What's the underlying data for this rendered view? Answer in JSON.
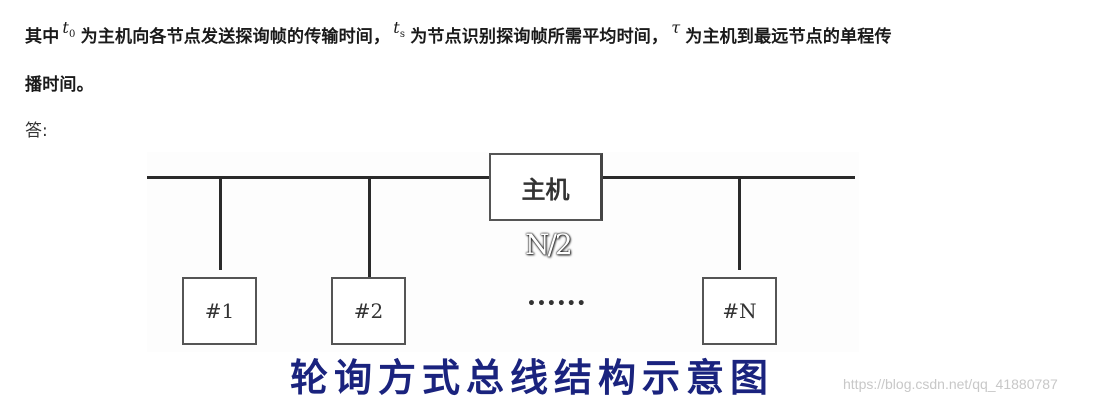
{
  "text": {
    "line1_prefix": "其中",
    "t0_symbol": "t",
    "t0_sub": "0",
    "line1_mid1": "为主机向各节点发送探询帧的传输时间，",
    "ts_symbol": "t",
    "ts_sub": "s",
    "line1_mid2": "为节点识别探询帧所需平均时间，",
    "tau_symbol": "τ",
    "line1_end": "为主机到最远节点的单程传",
    "line2": "播时间。",
    "answer_label": "答:"
  },
  "diagram": {
    "host_label": "主机",
    "node_labels": [
      "#1",
      "#2",
      "#N"
    ],
    "ellipsis": "••••••",
    "center_label": "N/2",
    "caption": "轮询方式总线结构示意图",
    "caption_color": "#1a237e"
  },
  "watermark": "https://blog.csdn.net/qq_41880787"
}
